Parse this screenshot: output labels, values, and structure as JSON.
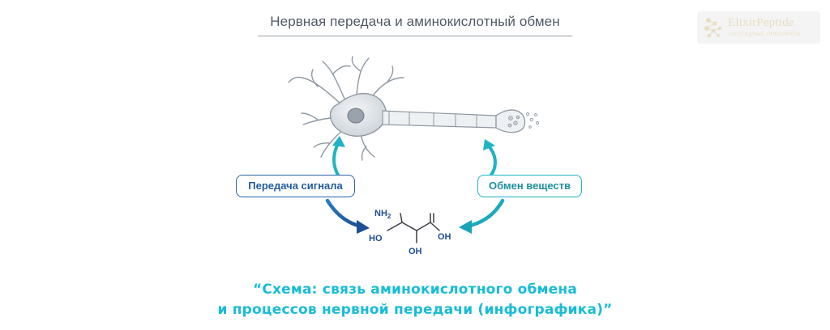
{
  "diagram": {
    "title": "Нервная передача и аминокислотный обмен",
    "labels": {
      "signal": "Передача сигнала",
      "exchange": "Обмен веществ"
    },
    "molecule": {
      "nh2": "NH",
      "nh2_sub": "2",
      "ho": "HO",
      "oh_right": "OH",
      "oh_bottom": "OH"
    },
    "caption": {
      "line1": "“Схема: связь аминокислотного обмена",
      "line2": "и процессов нервной передачи (инфографика)”"
    }
  },
  "brand": {
    "name": "ElixirPeptide",
    "tagline": "ПЕПТИДНЫЕ ПРЕПАРАТЫ",
    "color": "#e4d9b8"
  },
  "colors": {
    "title": "#4f5a66",
    "signal": "#2566a8",
    "exchange": "#1fb4c4",
    "caption": "#18bcd6",
    "neuron": "#d6dce2",
    "neuron_outline": "#8f98a1"
  },
  "icons": [
    "neuron-illustration",
    "amino-acid-structure",
    "arrow-signal",
    "arrow-exchange",
    "arrow-up-left",
    "arrow-up-right",
    "brand-logo-icon"
  ]
}
